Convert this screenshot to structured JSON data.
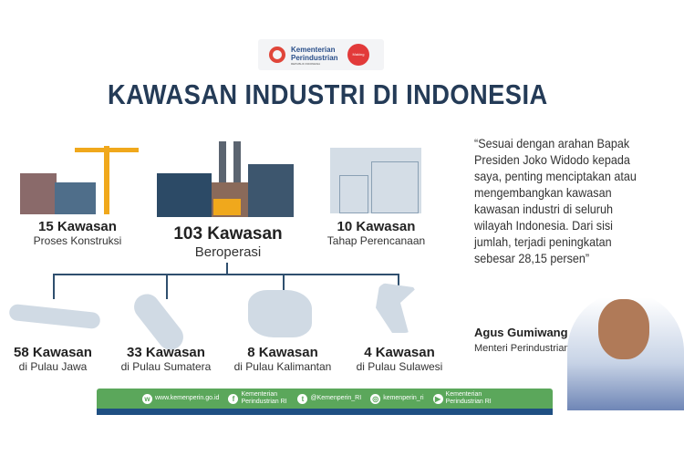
{
  "header": {
    "org_name": "Kementerian Perindustrian",
    "org_sub": "REPUBLIK INDONESIA",
    "badge": "Making Indonesia 4.0",
    "title": "KAWASAN INDUSTRI DI INDONESIA"
  },
  "stats": {
    "construction": {
      "num": "15 Kawasan",
      "label": "Proses Konstruksi"
    },
    "operating": {
      "num": "103 Kawasan",
      "label": "Beroperasi"
    },
    "planning": {
      "num": "10 Kawasan",
      "label": "Tahap Perencanaan"
    }
  },
  "islands": [
    {
      "num": "58 Kawasan",
      "label": "di Pulau Jawa"
    },
    {
      "num": "33 Kawasan",
      "label": "di Pulau Sumatera"
    },
    {
      "num": "8 Kawasan",
      "label": "di Pulau Kalimantan"
    },
    {
      "num": "4 Kawasan",
      "label": "di Pulau Sulawesi"
    }
  ],
  "quote": {
    "text": "“Sesuai dengan arahan Bapak Presiden Joko Widodo kepada saya, penting menciptakan atau mengembangkan kawasan kawasan industri di seluruh wilayah Indonesia. Dari sisi jumlah, terjadi peningkatan sebesar 28,15 persen”",
    "name": "Agus Gumiwang",
    "role": "Menteri Perindustrian"
  },
  "footer": [
    "www.kemenperin.go.id",
    "Kementerian Perindustrian RI",
    "@Kemenperin_RI",
    "kemenperin_ri",
    "Kementerian Perindustrian RI"
  ]
}
